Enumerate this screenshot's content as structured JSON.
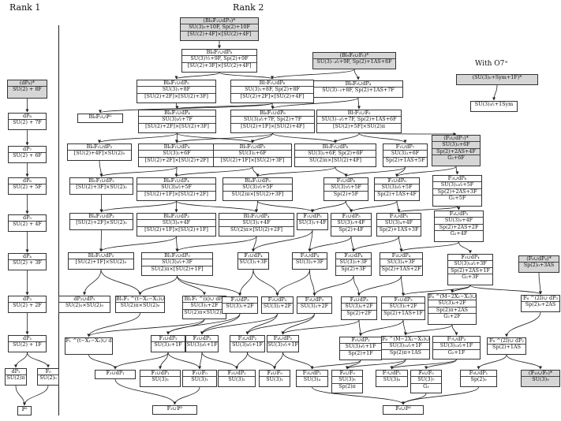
{
  "headers": {
    "rank1": "Rank 1",
    "rank2": "Rank 2",
    "o7_title": "With O7⁺"
  },
  "nodes": [
    {
      "id": "r1_dp8h",
      "hl": true,
      "lines": [
        "(dP₈)*",
        "SU(2) + 8F"
      ]
    },
    {
      "id": "r1_dp8",
      "lines": [
        "dP₈",
        "SU(2) + 7F"
      ]
    },
    {
      "id": "r1_dp7",
      "lines": [
        "dP₇",
        "SU(2) + 6F"
      ]
    },
    {
      "id": "r1_dp6",
      "lines": [
        "dP₆",
        "SU(2) + 5F"
      ]
    },
    {
      "id": "r1_dp5",
      "lines": [
        "dP₅",
        "SU(2) + 4F"
      ]
    },
    {
      "id": "r1_dp4",
      "lines": [
        "dP₄",
        "SU(2) + 3F"
      ]
    },
    {
      "id": "r1_dp3",
      "lines": [
        "dP₃",
        "SU(2) + 2F"
      ]
    },
    {
      "id": "r1_dp2",
      "lines": [
        "dP₂",
        "SU(2) + 1F"
      ]
    },
    {
      "id": "r1_dp1",
      "lines": [
        "dP₁",
        "SU(2)π"
      ]
    },
    {
      "id": "r1_f0",
      "lines": [
        "𝔽₀",
        "SU(2)₀"
      ]
    },
    {
      "id": "r1_p2",
      "lines": [
        "ℙ²"
      ]
    },
    {
      "id": "a1",
      "hl": true,
      "lines": [
        "(Bl₉𝔽₁∪dP₉)*",
        "SU(3)₀+10F, Sp(2)+10F",
        "[SU(2)+4F]×[SU(2)+4F]"
      ]
    },
    {
      "id": "b1",
      "lines": [
        "Bl₈𝔽₁∪dP₆",
        "SU(3)½+9F, Sp(2)+9F",
        "[SU(2)+3F]×[SU(2)+4F]"
      ]
    },
    {
      "id": "b2",
      "hl": true,
      "lines": [
        "(Bl₉𝔽₀∪𝔽₀)*",
        "SU(3)₋₃⁄₂+9F, Sp(2)+1AS+8F"
      ]
    },
    {
      "id": "b3",
      "hl": true,
      "lines": [
        "(SU(3)₀+Sym+1F)*"
      ]
    },
    {
      "id": "b4",
      "lines": [
        "SU(3)₃⁄₂+1Sym"
      ]
    },
    {
      "id": "c1",
      "lines": [
        "Bl₈𝔽₁∪dP₅",
        "SU(3)₁+8F",
        "[SU(2)+2F]×[SU(2)+3F]"
      ]
    },
    {
      "id": "c2",
      "lines": [
        "Bl₇𝔽₁∪dP₆",
        "SU(3)₁+8F, Sp(2)+8F",
        "[SU(2)+2F]×[SU(2)+4F]"
      ]
    },
    {
      "id": "c3",
      "lines": [
        "Bl₈𝔽₀∪dP₄",
        "SU(3)₋₂+8F, Sp(2)+1AS+7F"
      ]
    },
    {
      "id": "c4",
      "lines": [
        "Bl₈𝔽₂∪ℙ²"
      ]
    },
    {
      "id": "d1",
      "lines": [
        "Bl₈𝔽₁∪dP₄",
        "SU(3)₃⁄₂+7F",
        "[SU(2)+2F]×[SU(2)+3F]"
      ]
    },
    {
      "id": "d2",
      "lines": [
        "Bl₆𝔽₁∪dP₆",
        "SU(3)₃⁄₂+7F, Sp(2)+7F",
        "[SU(2)+1F]×[SU(2)+4F]"
      ]
    },
    {
      "id": "d3",
      "lines": [
        "Bl₇𝔽₂∪𝔽₀",
        "SU(3)₋₅⁄₂+7F, Sp(2)+1AS+6F",
        "[SU(2)+5F]×SU(2)π"
      ]
    },
    {
      "id": "e1",
      "lines": [
        "Bl₆𝔽₁∪dP₂",
        "[SU(2)+4F]×SU(2)₀"
      ]
    },
    {
      "id": "e2",
      "lines": [
        "Bl₆𝔽₁∪dP₄",
        "SU(3)₂+6F",
        "[SU(2)+2F]×[SU(2)+2F]"
      ]
    },
    {
      "id": "e3",
      "lines": [
        "Bl₅𝔽₁∪dP₅",
        "SU(3)₂+6F",
        "[SU(2)+1F]×[SU(2)+3F]"
      ]
    },
    {
      "id": "e4",
      "lines": [
        "Bl₅𝔽₁∪dP₆",
        "SU(3)₃+6F, Sp(2)+6F",
        "SU(2)π×[SU(2)+4F]"
      ]
    },
    {
      "id": "e5",
      "lines": [
        "𝔽₁∪dP₇",
        "SU(3)₃+6F",
        "Sp(2)+1AS+5F"
      ]
    },
    {
      "id": "e6",
      "hl": true,
      "lines": [
        "(𝔽₂∪dP₇)*",
        "SU(3)₃+6F",
        "Sp(2)+2AS+4F",
        "G₂+6F"
      ]
    },
    {
      "id": "f1",
      "lines": [
        "Bl₅𝔽₁∪dP₂",
        "[SU(2)+3F]×SU(2)₀"
      ]
    },
    {
      "id": "f2",
      "lines": [
        "Bl₆𝔽₁∪dP₄",
        "SU(3)₅⁄₂+5F",
        "[SU(2)+1F]×[SU(2)+2F]"
      ]
    },
    {
      "id": "f3",
      "lines": [
        "Bl₄𝔽₁∪dP₅",
        "SU(3)₇⁄₂+5F",
        "SU(2)π×[SU(2)+3F]"
      ]
    },
    {
      "id": "f4",
      "lines": [
        "𝔽₁∪dP₆",
        "SU(3)₇⁄₂+5F",
        "Sp(2)+5F"
      ]
    },
    {
      "id": "f5",
      "lines": [
        "𝔽₂∪dP₆",
        "SU(3)₅⁄₂+5F",
        "Sp(2)+1AS+4F"
      ]
    },
    {
      "id": "f6",
      "lines": [
        "𝔽₃∪dP₆",
        "SU(3)₁₃⁄₂+5F",
        "Sp(2)+2AS+3F",
        "G₂+5F"
      ]
    },
    {
      "id": "g1",
      "lines": [
        "Bl₄𝔽₁∪dP₂",
        "[SU(2)+2F]×SU(2)₀"
      ]
    },
    {
      "id": "g2",
      "lines": [
        "Bl₄𝔽₁∪dP₃",
        "SU(3)₀+4F",
        "[SU(2)+1F]×[SU(2)+1F]"
      ]
    },
    {
      "id": "g3",
      "lines": [
        "Bl₃𝔽₁∪dP₄",
        "SU(3)₁+4F",
        "SU(2)π×[SU(2)+2F]"
      ]
    },
    {
      "id": "g4",
      "lines": [
        "𝔽₁∪dP₅",
        "SU(3)₁+4F"
      ]
    },
    {
      "id": "g5",
      "lines": [
        "𝔽₂∪dP₅",
        "SU(3)₃+4F",
        "Sp(2)+4F"
      ]
    },
    {
      "id": "g6",
      "lines": [
        "𝔽₃∪dP₅",
        "SU(3)₄+4F",
        "Sp(2)+1AS+3F"
      ]
    },
    {
      "id": "g7",
      "lines": [
        "𝔽₄∪dP₅",
        "SU(3)₅+4F",
        "Sp(2)+2AS+2F",
        "G₂+4F"
      ]
    },
    {
      "id": "h1",
      "lines": [
        "Bl₃𝔽₁∪dP₂",
        "[SU(2)+1F]×SU(2)₀"
      ]
    },
    {
      "id": "h2",
      "lines": [
        "Bl₁𝔽₁∪dP₃",
        "SU(3)₃⁄₂+3F",
        "SU(2)π×[SU(2)+1F]"
      ]
    },
    {
      "id": "h3",
      "lines": [
        "𝔽₁∪dP₄",
        "SU(3)₁+3F"
      ]
    },
    {
      "id": "h4",
      "lines": [
        "𝔽₂∪dP₄",
        "SU(3)₂+3F"
      ]
    },
    {
      "id": "h5",
      "lines": [
        "𝔽₃∪dP₄",
        "SU(3)₃+3F",
        "Sp(2)+3F"
      ]
    },
    {
      "id": "h6",
      "lines": [
        "𝔽₄∪dP₄",
        "SU(3)₄+3F",
        "Sp(2)+1AS+2F"
      ]
    },
    {
      "id": "h7",
      "lines": [
        "𝔽₅∪dP₄",
        "SU(3)₁₃⁄₂+3F",
        "Sp(2)+2AS+1F",
        "G₂+3F"
      ]
    },
    {
      "id": "h8",
      "hl": true,
      "lines": [
        "(𝔽₆∪dP₄)*",
        "Sp(2)₀+3AS"
      ]
    },
    {
      "id": "i1",
      "lines": [
        "dP₂∪dP₂",
        "SU(2)₀×SU(2)₀"
      ]
    },
    {
      "id": "i2",
      "lines": [
        "Bl₁𝔽₁ ^(t−X₁−X₂)∪ dP₂",
        "SU(2)π×SU(2)₀"
      ]
    },
    {
      "id": "i3",
      "lines": [
        "Bl₁𝔽₁ ^(x)∪ dP₂",
        "SU(3)₂+2F",
        "SU(2)π×SU(2)π"
      ]
    },
    {
      "id": "i4",
      "lines": [
        "𝔽₁∪dP₃",
        "SU(3)₁+2F"
      ]
    },
    {
      "id": "i5",
      "lines": [
        "𝔽₂∪dP₃",
        "SU(3)₂+2F"
      ]
    },
    {
      "id": "i6",
      "lines": [
        "𝔽₃∪dP₃",
        "SU(3)₃+2F"
      ]
    },
    {
      "id": "i7",
      "lines": [
        "𝔽₄∪dP₃",
        "SU(3)₄+2F",
        "Sp(2)+2F"
      ]
    },
    {
      "id": "i8",
      "lines": [
        "𝔽₅∪dP₃",
        "SU(3)₅+2F",
        "Sp(2)+1AS+1F"
      ]
    },
    {
      "id": "i9",
      "lines": [
        "𝔽₆ ^(M−2X₁−X₂)∪ dP₃",
        "SU(3)₆+2F",
        "Sp(2)π+2AS",
        "G₂+2F"
      ]
    },
    {
      "id": "i10",
      "lines": [
        "𝔽₆ ^(2l)∪ dP₃",
        "Sp(2)₀+2AS"
      ]
    },
    {
      "id": "j1",
      "lines": [
        "𝔽₁ ^(t−X₁−X₂)∪ dP₂"
      ]
    },
    {
      "id": "j2",
      "lines": [
        "𝔽₁∪dP₂",
        "SU(3)₂+1F"
      ]
    },
    {
      "id": "j3",
      "lines": [
        "𝔽₂∪dP₂",
        "SU(3)₃⁄₂+1F"
      ]
    },
    {
      "id": "j4",
      "lines": [
        "𝔽₃∪dP₂",
        "SU(3)₅⁄₂+1F"
      ]
    },
    {
      "id": "j5",
      "lines": [
        "𝔽₄∪dP₂",
        "SU(3)₇⁄₂+1F"
      ]
    },
    {
      "id": "j6",
      "lines": [
        "𝔽₅∪dP₂",
        "SU(3)₉⁄₂+1F",
        "Sp(2)+1F"
      ]
    },
    {
      "id": "j7",
      "lines": [
        "𝔽₆ ^(M−2X₁−X₂)∪ dP₂",
        "SU(3)₁₁⁄₂+1F",
        "Sp(2)π+1AS"
      ]
    },
    {
      "id": "j8",
      "lines": [
        "𝔽₇∪dP₂",
        "SU(3)₁₃⁄₂+1F",
        "G₂+1F"
      ]
    },
    {
      "id": "j9",
      "lines": [
        "𝔽₈ ^(2l)∪ dP₂",
        "Sp(2)+1AS"
      ]
    },
    {
      "id": "k1",
      "lines": [
        "𝔽₂∪dP₁"
      ]
    },
    {
      "id": "k2",
      "lines": [
        "𝔽₁∪dP₁",
        "SU(3)₃"
      ]
    },
    {
      "id": "k3",
      "lines": [
        "𝔽₃∪𝔽₀",
        "SU(3)₁"
      ]
    },
    {
      "id": "k4",
      "lines": [
        "𝔽₂∪dP₁",
        "SU(3)₂"
      ]
    },
    {
      "id": "k5",
      "lines": [
        "𝔽₄∪𝔽₀",
        "SU(3)₃"
      ]
    },
    {
      "id": "k6",
      "lines": [
        "𝔽₃∪dP₁",
        "SU(3)₄"
      ]
    },
    {
      "id": "k7",
      "lines": [
        "𝔽₆∪𝔽₀",
        "SU(3)₅",
        "Sp(2)π"
      ]
    },
    {
      "id": "k8",
      "lines": [
        "𝔽₇∪dP₁",
        "SU(3)₆"
      ]
    },
    {
      "id": "k9",
      "lines": [
        "𝔽₈∪𝔽₀",
        "SU(3)₇",
        "G₂"
      ]
    },
    {
      "id": "k10",
      "lines": [
        "𝔽₈∪dP₁",
        "Sp(2)₀"
      ]
    },
    {
      "id": "k11",
      "hl": true,
      "lines": [
        "(𝔽₁₀∪𝔽₀)*",
        "SU(3)₉"
      ]
    },
    {
      "id": "l1",
      "lines": [
        "𝔽₃∪ℙ²"
      ]
    },
    {
      "id": "l2",
      "lines": [
        "𝔽₆∪ℙ²"
      ]
    }
  ]
}
